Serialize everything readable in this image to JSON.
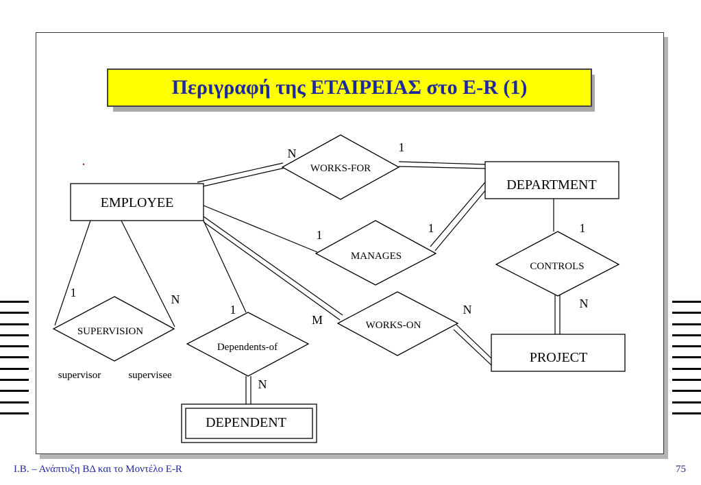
{
  "title": "Περιγραφή της ΕΤΑΙΡΕΙΑΣ στο E-R (1)",
  "entities": {
    "employee": "EMPLOYEE",
    "department": "DEPARTMENT",
    "project": "PROJECT",
    "dependent": "DEPENDENT"
  },
  "relationships": {
    "works_for": "WORKS-FOR",
    "manages": "MANAGES",
    "controls": "CONTROLS",
    "works_on": "WORKS-ON",
    "supervision": "SUPERVISION",
    "dependents_of": "Dependents-of"
  },
  "cardinalities": {
    "works_for_employee": "N",
    "works_for_department": "1",
    "manages_employee": "1",
    "manages_department": "1",
    "controls_department": "1",
    "controls_project": "N",
    "works_on_employee": "M",
    "works_on_project": "N",
    "supervision_supervisor": "1",
    "supervision_supervisee": "N",
    "dependents_of_employee": "1",
    "dependents_of_dependent": "N"
  },
  "roles": {
    "supervisor": "supervisor",
    "supervisee": "supervisee"
  },
  "dot": ".",
  "footer": {
    "left": "Ι.Β. – Ανάπτυξη ΒΔ και το Μοντέλο E-R",
    "page": "75"
  },
  "colors": {
    "title_bg": "#ffff00",
    "title_text": "#1f2a9a",
    "footer_text": "#1f2a9a"
  }
}
